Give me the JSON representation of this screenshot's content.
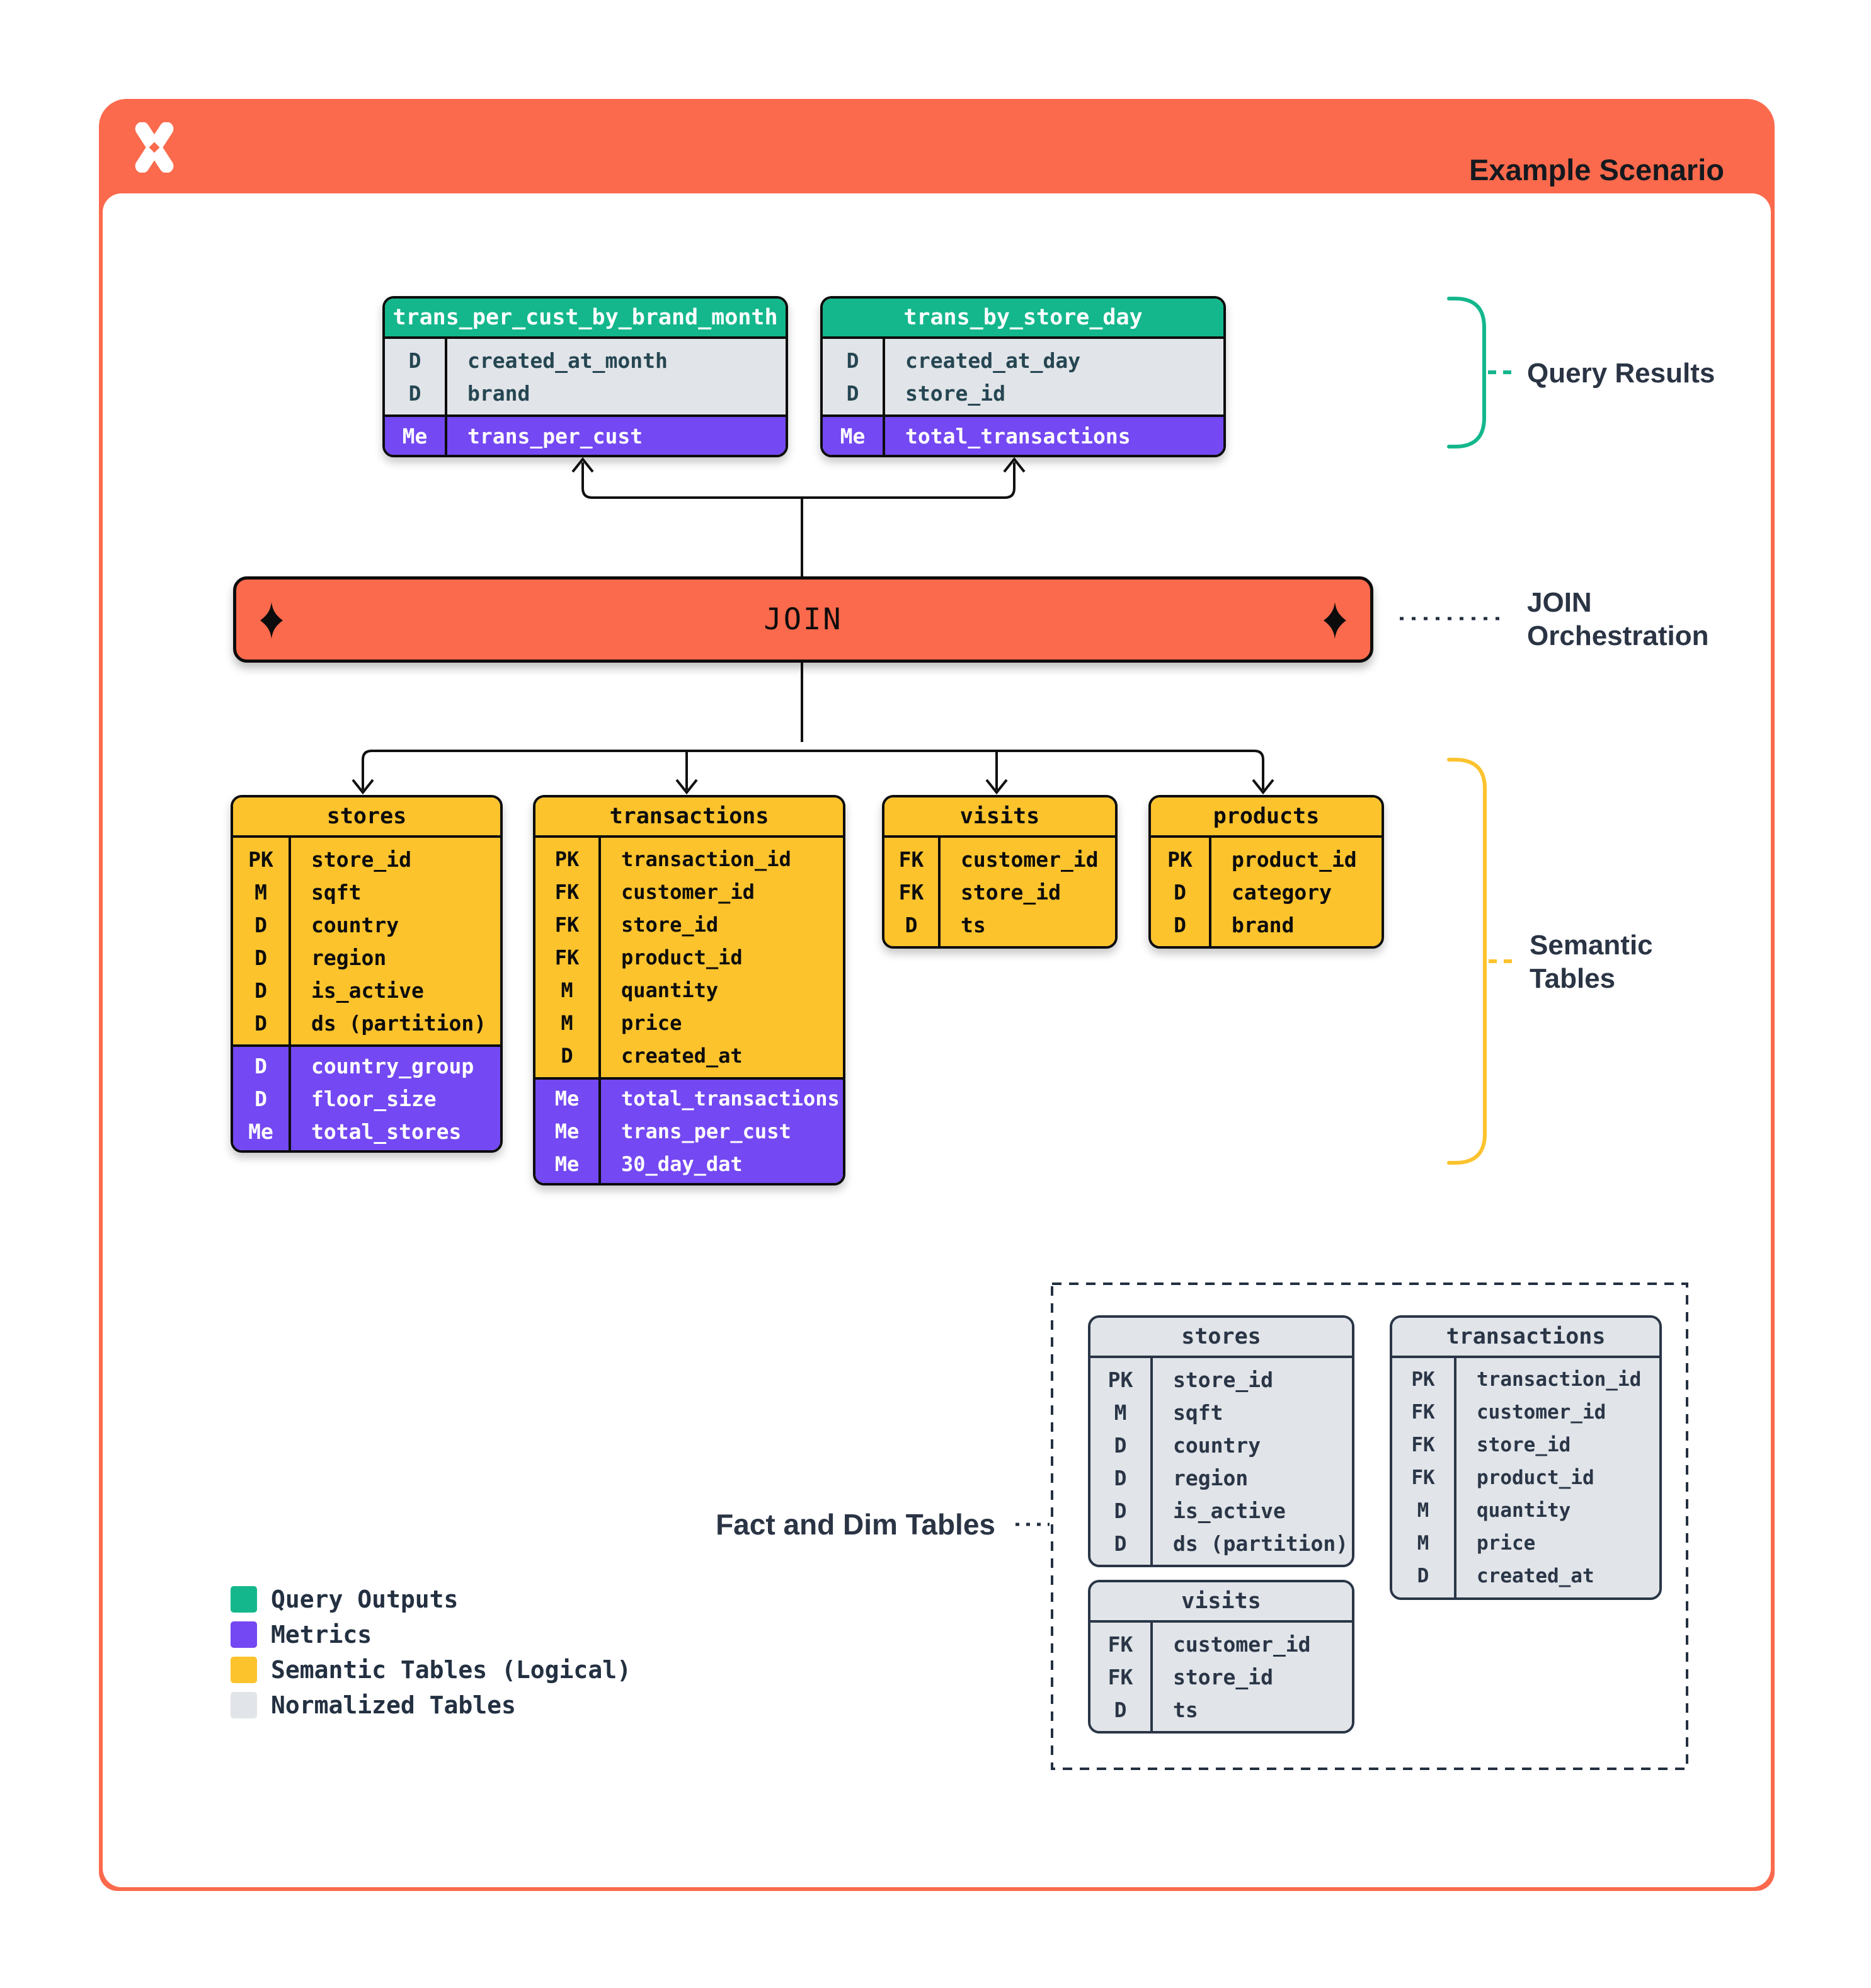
{
  "header": {
    "title": "Example Scenario"
  },
  "join": {
    "label": "JOIN"
  },
  "annotations": {
    "query_results": "Query Results",
    "join_orchestration": "JOIN Orchestration",
    "semantic_tables": "Semantic Tables",
    "fact_dim": "Fact and Dim Tables"
  },
  "colors": {
    "orange": "#FB6A4C",
    "green": "#14B78C",
    "purple": "#7448F2",
    "yellow": "#FCC32D",
    "normalized_gray": "#E1E4E8",
    "navy": "#233041"
  },
  "query_results_tables": [
    {
      "name": "trans_per_cust_by_brand_month",
      "dims": [
        {
          "k": "D",
          "v": "created_at_month"
        },
        {
          "k": "D",
          "v": "brand"
        }
      ],
      "metrics": [
        {
          "k": "Me",
          "v": "trans_per_cust"
        }
      ]
    },
    {
      "name": "trans_by_store_day",
      "dims": [
        {
          "k": "D",
          "v": "created_at_day"
        },
        {
          "k": "D",
          "v": "store_id"
        }
      ],
      "metrics": [
        {
          "k": "Me",
          "v": "total_transactions"
        }
      ]
    }
  ],
  "semantic_tables": [
    {
      "name": "stores",
      "dims": [
        {
          "k": "PK",
          "v": "store_id"
        },
        {
          "k": "M",
          "v": "sqft"
        },
        {
          "k": "D",
          "v": "country"
        },
        {
          "k": "D",
          "v": "region"
        },
        {
          "k": "D",
          "v": "is_active"
        },
        {
          "k": "D",
          "v": "ds (partition)"
        }
      ],
      "metrics": [
        {
          "k": "D",
          "v": "country_group"
        },
        {
          "k": "D",
          "v": "floor_size"
        },
        {
          "k": "Me",
          "v": "total_stores"
        }
      ]
    },
    {
      "name": "transactions",
      "dims": [
        {
          "k": "PK",
          "v": "transaction_id"
        },
        {
          "k": "FK",
          "v": "customer_id"
        },
        {
          "k": "FK",
          "v": "store_id"
        },
        {
          "k": "FK",
          "v": "product_id"
        },
        {
          "k": "M",
          "v": "quantity"
        },
        {
          "k": "M",
          "v": "price"
        },
        {
          "k": "D",
          "v": "created_at"
        }
      ],
      "metrics": [
        {
          "k": "Me",
          "v": "total_transactions"
        },
        {
          "k": "Me",
          "v": "trans_per_cust"
        },
        {
          "k": "Me",
          "v": "30_day_dat"
        }
      ]
    },
    {
      "name": "visits",
      "dims": [
        {
          "k": "FK",
          "v": "customer_id"
        },
        {
          "k": "FK",
          "v": "store_id"
        },
        {
          "k": "D",
          "v": "ts"
        }
      ],
      "metrics": []
    },
    {
      "name": "products",
      "dims": [
        {
          "k": "PK",
          "v": "product_id"
        },
        {
          "k": "D",
          "v": "category"
        },
        {
          "k": "D",
          "v": "brand"
        }
      ],
      "metrics": []
    }
  ],
  "normalized_tables": [
    {
      "name": "stores",
      "rows": [
        {
          "k": "PK",
          "v": "store_id"
        },
        {
          "k": "M",
          "v": "sqft"
        },
        {
          "k": "D",
          "v": "country"
        },
        {
          "k": "D",
          "v": "region"
        },
        {
          "k": "D",
          "v": "is_active"
        },
        {
          "k": "D",
          "v": "ds (partition)"
        }
      ]
    },
    {
      "name": "transactions",
      "rows": [
        {
          "k": "PK",
          "v": "transaction_id"
        },
        {
          "k": "FK",
          "v": "customer_id"
        },
        {
          "k": "FK",
          "v": "store_id"
        },
        {
          "k": "FK",
          "v": "product_id"
        },
        {
          "k": "M",
          "v": "quantity"
        },
        {
          "k": "M",
          "v": "price"
        },
        {
          "k": "D",
          "v": "created_at"
        }
      ]
    },
    {
      "name": "visits",
      "rows": [
        {
          "k": "FK",
          "v": "customer_id"
        },
        {
          "k": "FK",
          "v": "store_id"
        },
        {
          "k": "D",
          "v": "ts"
        }
      ]
    }
  ],
  "legend": [
    {
      "label": "Query Outputs",
      "color": "#14B78C"
    },
    {
      "label": "Metrics",
      "color": "#7448F2"
    },
    {
      "label": "Semantic Tables (Logical)",
      "color": "#FCC32D"
    },
    {
      "label": "Normalized Tables",
      "color": "#E1E4E8"
    }
  ]
}
